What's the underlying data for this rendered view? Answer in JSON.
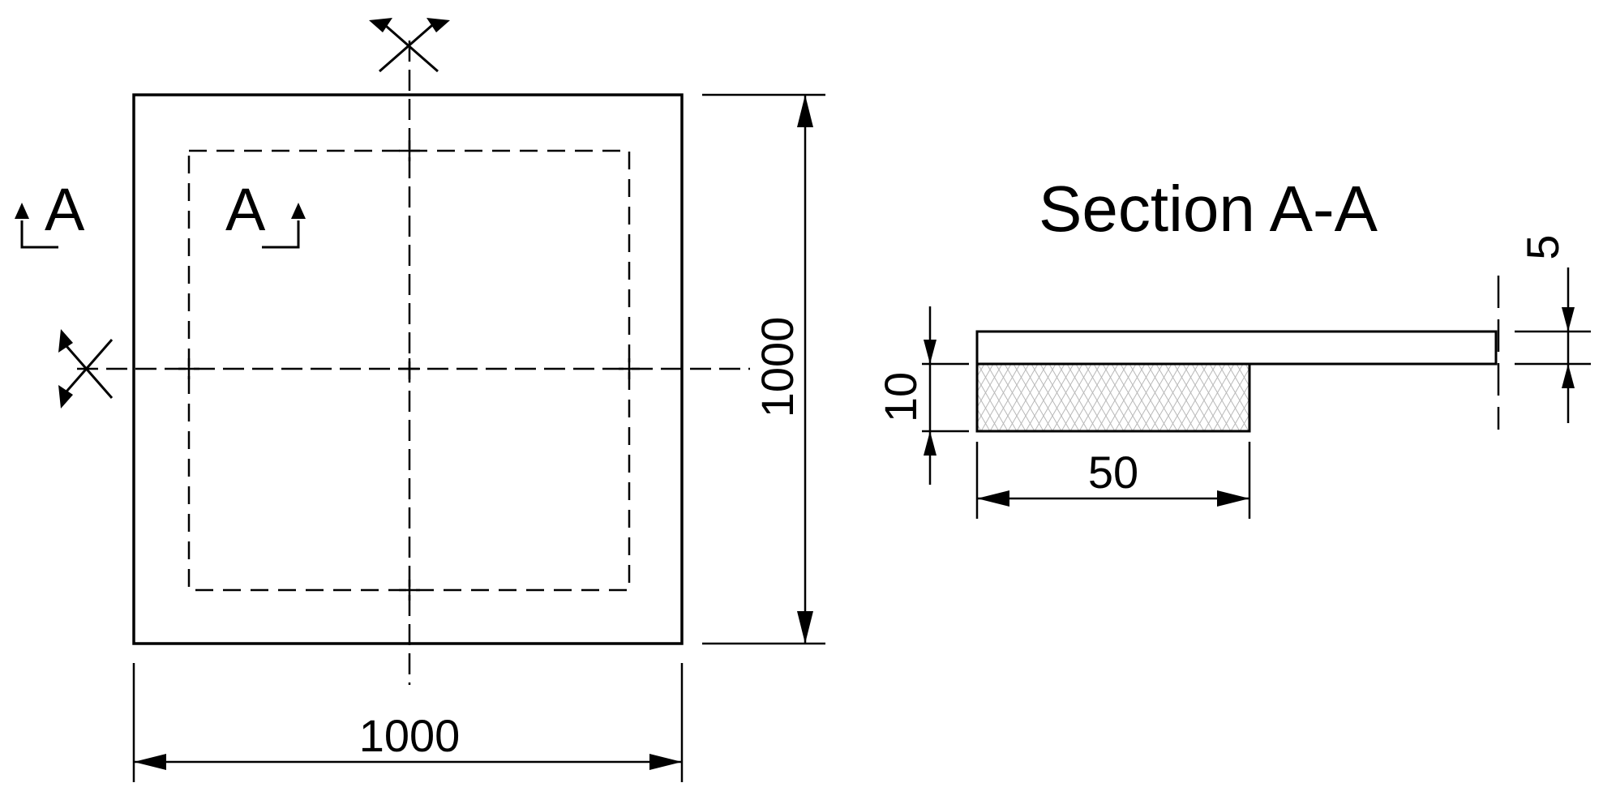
{
  "section_title": "Section A-A",
  "section_marker_label": "A",
  "plan": {
    "width_dim": "1000",
    "height_dim": "1000"
  },
  "section": {
    "thickness_dim": "10",
    "width_dim": "50",
    "plate_dim": "5"
  },
  "colors": {
    "line": "#000000",
    "hatch": "#b8b8b8",
    "background": "#ffffff"
  }
}
